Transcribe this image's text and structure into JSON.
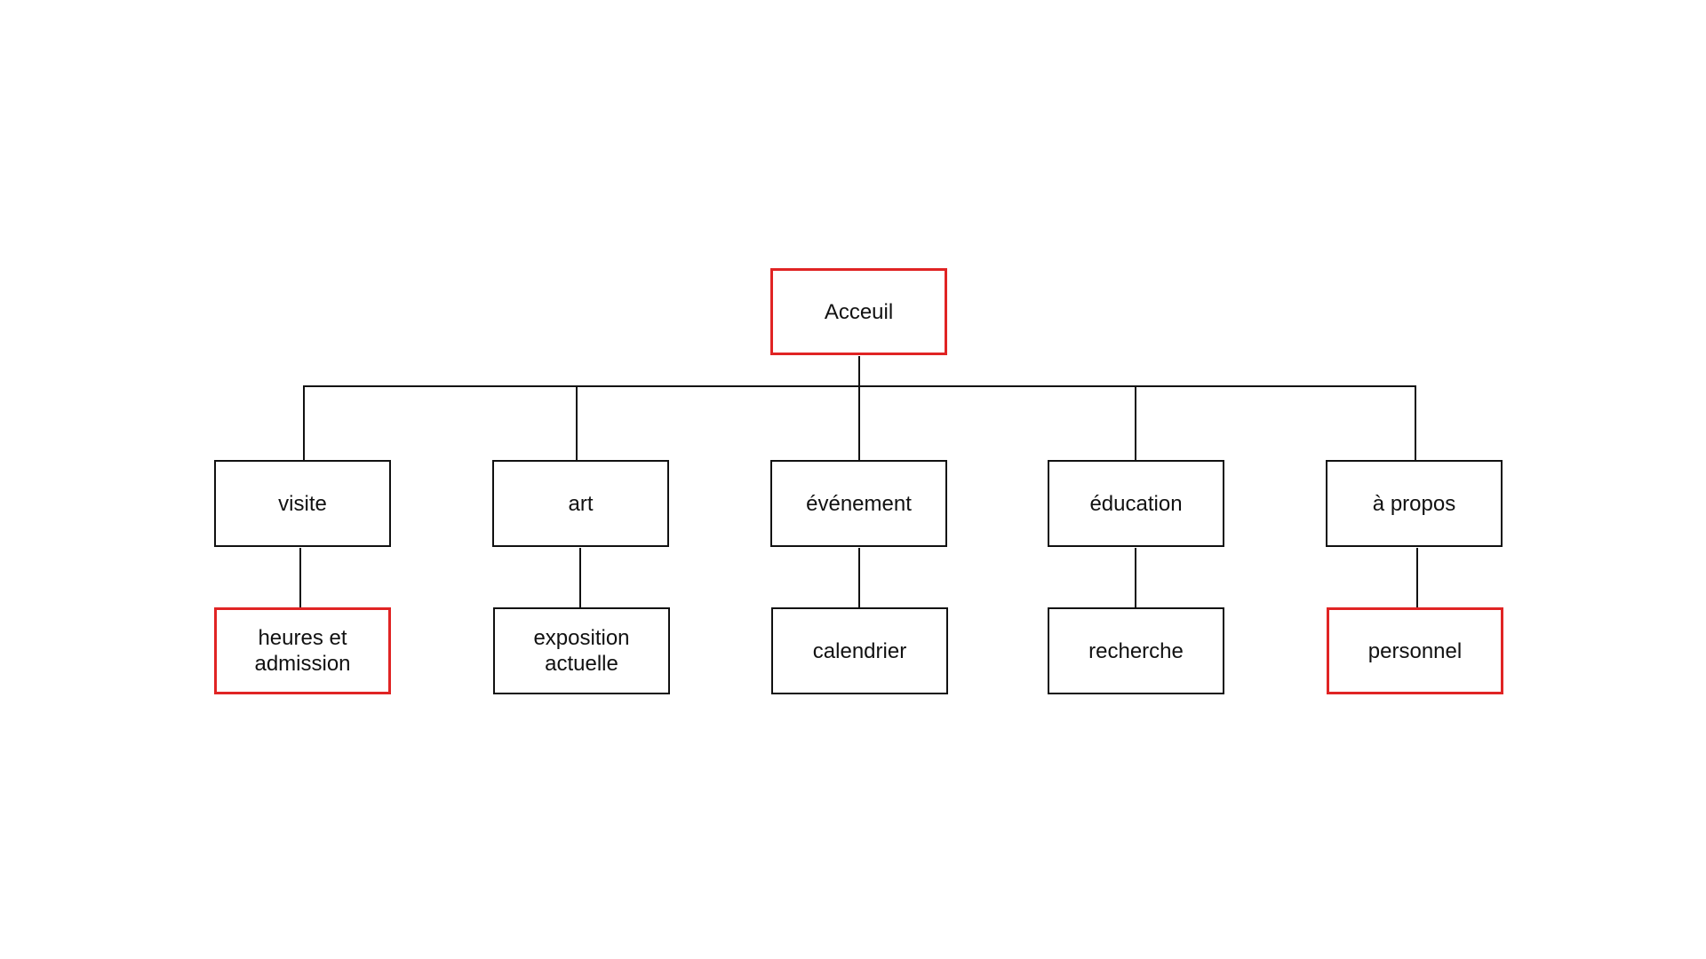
{
  "diagram": {
    "highlight_color": "#e02424",
    "line_color": "#111111",
    "root": {
      "label": "Acceuil",
      "highlighted": true
    },
    "level1": [
      {
        "id": "visite",
        "label": "visite",
        "highlighted": false
      },
      {
        "id": "art",
        "label": "art",
        "highlighted": false
      },
      {
        "id": "evenement",
        "label": "événement",
        "highlighted": false
      },
      {
        "id": "education",
        "label": "éducation",
        "highlighted": false
      },
      {
        "id": "a-propos",
        "label": "à propos",
        "highlighted": false
      }
    ],
    "level2": [
      {
        "id": "heures-et-admission",
        "parent": "visite",
        "label": "heures et admission",
        "highlighted": true
      },
      {
        "id": "exposition-actuelle",
        "parent": "art",
        "label": "exposition actuelle",
        "highlighted": false
      },
      {
        "id": "calendrier",
        "parent": "evenement",
        "label": "calendrier",
        "highlighted": false
      },
      {
        "id": "recherche",
        "parent": "education",
        "label": "recherche",
        "highlighted": false
      },
      {
        "id": "personnel",
        "parent": "a-propos",
        "label": "personnel",
        "highlighted": true
      }
    ]
  }
}
